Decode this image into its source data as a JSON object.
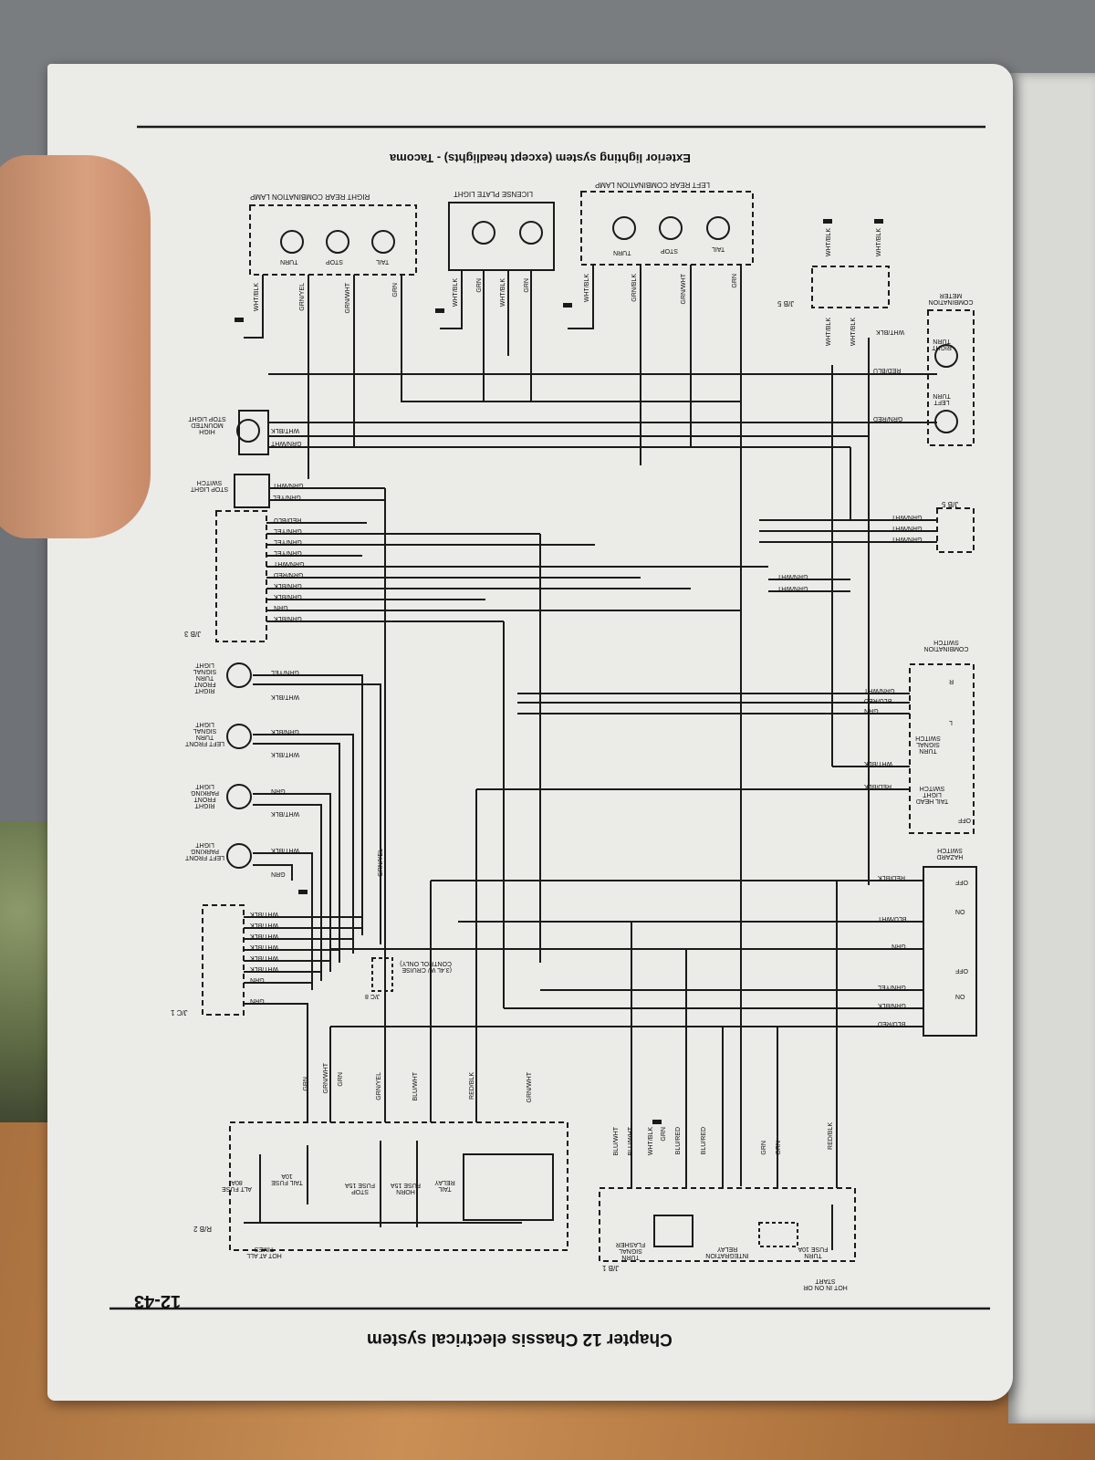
{
  "header": {
    "page_number": "12-43",
    "chapter": "Chapter 12  Chassis electrical system",
    "diagram_title": "Exterior lighting system (except headlights) - Tacoma"
  },
  "components": {
    "right_rear": "RIGHT REAR COMBINATION LAMP",
    "license": "LICENSE PLATE LIGHT",
    "left_rear": "LEFT REAR COMBINATION LAMP",
    "combo_meter": "COMBINATION METER",
    "left_turn": "LEFT TURN",
    "right_turn": "RIGHT TURN",
    "hmsl": "HIGH MOUNTED STOP LIGHT",
    "stop_switch": "STOP LIGHT SWITCH",
    "jb3": "J/B 3",
    "jb5": "J/B 5",
    "jb1": "J/B 1",
    "jc1": "J/C 1",
    "jc8": "J/C 8",
    "jc8_note": "(3.4L W/ CRUISE CONTROL ONLY)",
    "rb2": "R/B 2",
    "rf_turn": "RIGHT FRONT TURN SIGNAL LIGHT",
    "lf_turn": "LEFT FRONT TURN SIGNAL LIGHT",
    "rf_park": "RIGHT FRONT PARKING LIGHT",
    "lf_park": "LEFT FRONT PARKING LIGHT",
    "combo_switch": "COMBINATION SWITCH",
    "turn_signal_switch": "TURN SIGNAL SWITCH",
    "tail_head_switch": "TAIL HEAD LIGHT SWITCH",
    "hazard_switch": "HAZARD SWITCH",
    "turn_flasher": "TURN SIGNAL FLASHER",
    "integration_relay": "INTEGRATION RELAY",
    "turn_fuse": "TURN FUSE 10A",
    "hot_in_on": "HOT IN ON OR START",
    "hot_all_times": "HOT AT ALL TIMES",
    "alt_fuse": "ALT FUSE 80A",
    "tail_fuse": "TAIL FUSE 10A",
    "stop_fuse": "STOP FUSE 15A",
    "horn_fuse": "HORN FUSE 15A",
    "tail_relay": "TAIL RELAY"
  },
  "lamp_labels": {
    "tail": "TAIL",
    "stop": "STOP",
    "turn": "TURN",
    "off": "OFF",
    "on": "ON",
    "l": "L",
    "r": "R"
  },
  "wire_labels": {
    "rr_wires": [
      "WHT/BLK",
      "GRN/YEL",
      "GRN/WHT",
      "GRN"
    ],
    "lic_wires": [
      "WHT/BLK",
      "GRN",
      "WHT/BLK",
      "GRN"
    ],
    "lr_wires": [
      "WHT/BLK",
      "GRN/BLK",
      "GRN/WHT",
      "GRN"
    ],
    "jb5_top": [
      "WHT/BLK",
      "WHT/BLK"
    ],
    "meter_wires": [
      "WHT/BLK",
      "RED/BLU",
      "GRN/RED"
    ],
    "jb5_vert": [
      "WHT/BLK",
      "WHT/BLK"
    ],
    "hmsl_wires": [
      "WHT/BLK",
      "GRN/WHT"
    ],
    "stop_sw_wires": [
      "GRN/WHT",
      "GRN/YEL"
    ],
    "jb3_wires": [
      "RED/BLU",
      "GRN/YEL",
      "GRN/YEL",
      "GRN/YEL",
      "GRN/WHT",
      "GRN/RED",
      "GRN/BLK",
      "GRN/BLK",
      "GRN",
      "GRN/BLK"
    ],
    "jb5_right": [
      "GRN/WHT",
      "GRN/WHT",
      "GRN/WHT"
    ],
    "mid_right": [
      "GRN/WHT",
      "GRN/WHT"
    ],
    "combo_sw_wires": [
      "GRN/WHT",
      "BLU/RED",
      "GRN"
    ],
    "head_sw_wires": [
      "WHT/BLK",
      "RED/BLK"
    ],
    "hazard_wires": [
      "RED/BLK",
      "BLU/WHT",
      "GRN",
      "GRN/YEL",
      "GRN/BLK",
      "BLU/RED"
    ],
    "front_lamp_wires": [
      "GRN/YEL",
      "WHT/BLK",
      "GRN/BLK",
      "WHT/BLK",
      "GRN",
      "WHT/BLK",
      "WHT/BLK",
      "GRN"
    ],
    "jc1_wires": [
      "WHT/BLK",
      "WHT/BLK",
      "WHT/BLK",
      "WHT/BLK",
      "WHT/BLK",
      "WHT/BLK",
      "GRN",
      "GRN"
    ],
    "rb2_wires": [
      "GRN",
      "GRN/WHT",
      "GRN",
      "GRN/YEL",
      "BLU/WHT",
      "RED/BLK",
      "GRN/WHT"
    ],
    "jb1_wires": [
      "BLU/WHT",
      "BLU/WHT",
      "WHT/BLK",
      "GRN",
      "BLU/RED",
      "BLU/RED",
      "GRN",
      "GRN",
      "RED/BLK"
    ],
    "vertical_grn_yel": "GRN/YEL"
  }
}
